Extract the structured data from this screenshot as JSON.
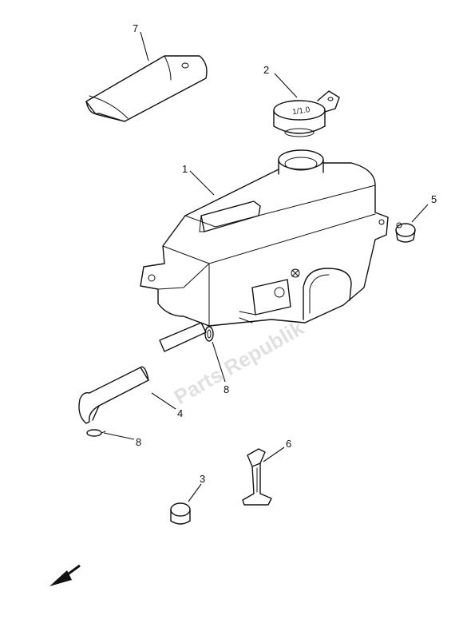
{
  "callouts": {
    "c1": "1",
    "c2": "2",
    "c3": "3",
    "c4": "4",
    "c5": "5",
    "c6": "6",
    "c7": "7",
    "c8a": "8",
    "c8b": "8"
  },
  "cap_marking": "1/1.0",
  "watermark": "Parts Republik",
  "icons": {
    "direction": "front-direction-arrow-icon"
  }
}
